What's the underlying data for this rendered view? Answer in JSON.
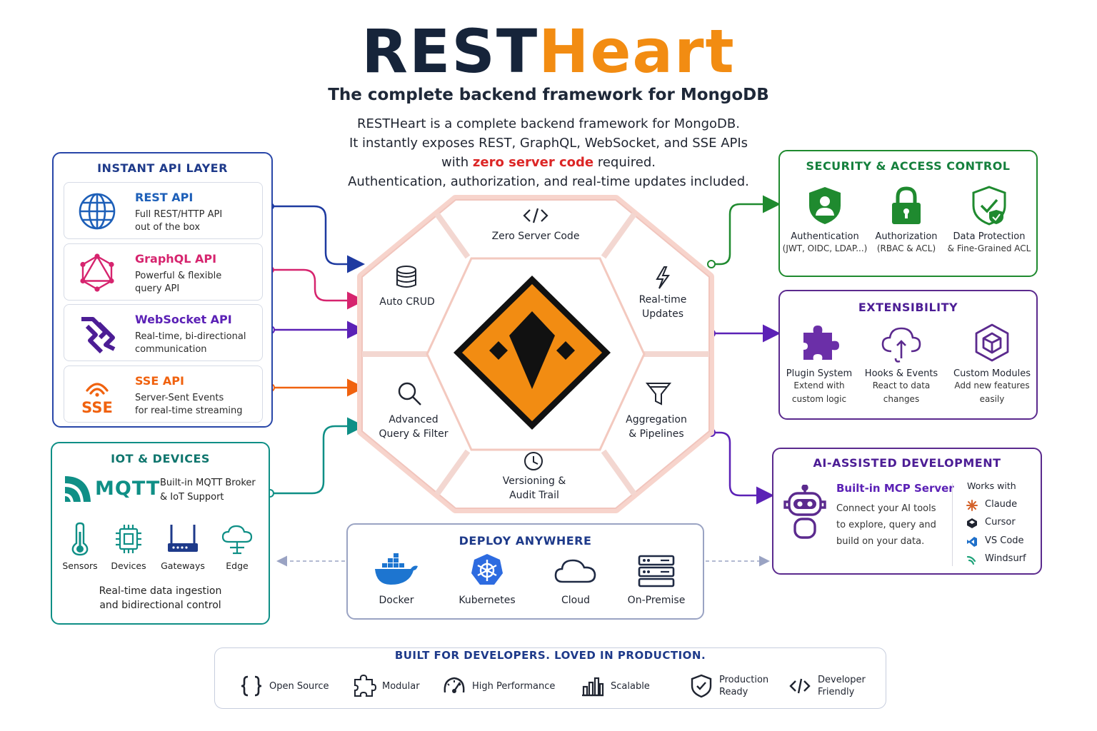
{
  "header": {
    "logo_part1": "REST",
    "logo_part2": "Heart",
    "subtitle": "The complete backend framework for MongoDB",
    "desc_line1": "RESTHeart is a complete backend framework for MongoDB.",
    "desc_line2": "It instantly exposes REST, GraphQL, WebSocket, and SSE APIs",
    "desc_line3_pre": "with ",
    "desc_line3_highlight": "zero server code",
    "desc_line3_post": " required.",
    "desc_line4": "Authentication, authorization, and real-time updates included."
  },
  "api_layer": {
    "title": "INSTANT API LAYER",
    "items": [
      {
        "name": "REST API",
        "line1": "Full REST/HTTP API",
        "line2": "out of the box",
        "icon": "globe-icon",
        "color": "#1d5fb8"
      },
      {
        "name": "GraphQL API",
        "line1": "Powerful & flexible",
        "line2": "query API",
        "icon": "graphql-icon",
        "color": "#d6246e"
      },
      {
        "name": "WebSocket API",
        "line1": "Real-time, bi-directional",
        "line2": "communication",
        "icon": "websocket-icon",
        "color": "#5b21b6"
      },
      {
        "name": "SSE API",
        "line1": "Server-Sent Events",
        "line2": "for real-time streaming",
        "icon": "sse-icon",
        "color": "#f0620f",
        "icon_text": "SSE"
      }
    ]
  },
  "iot": {
    "title": "IOT & DEVICES",
    "mqtt_label": "MQTT",
    "mqtt_line1": "Built-in MQTT Broker",
    "mqtt_line2": "& IoT Support",
    "items": [
      {
        "label": "Sensors",
        "icon": "thermometer-icon"
      },
      {
        "label": "Devices",
        "icon": "chip-icon"
      },
      {
        "label": "Gateways",
        "icon": "router-icon"
      },
      {
        "label": "Edge",
        "icon": "edge-cloud-icon"
      }
    ],
    "footer_line1": "Real-time data ingestion",
    "footer_line2": "and bidirectional control"
  },
  "core": {
    "segments": [
      {
        "id": "zero",
        "line1": "Zero Server Code",
        "line2": "",
        "icon": "code-icon"
      },
      {
        "id": "crud",
        "line1": "Auto CRUD",
        "line2": "",
        "icon": "database-icon"
      },
      {
        "id": "realtime",
        "line1": "Real-time",
        "line2": "Updates",
        "icon": "lightning-icon"
      },
      {
        "id": "query",
        "line1": "Advanced",
        "line2": "Query & Filter",
        "icon": "magnifier-icon"
      },
      {
        "id": "aggregation",
        "line1": "Aggregation",
        "line2": "& Pipelines",
        "icon": "funnel-icon"
      },
      {
        "id": "versioning",
        "line1": "Versioning &",
        "line2": "Audit Trail",
        "icon": "clock-icon"
      }
    ]
  },
  "security": {
    "title": "SECURITY & ACCESS CONTROL",
    "items": [
      {
        "title": "Authentication",
        "sub": "(JWT, OIDC, LDAP...)",
        "icon": "user-shield-icon"
      },
      {
        "title": "Authorization",
        "sub": "(RBAC & ACL)",
        "icon": "padlock-icon"
      },
      {
        "title": "Data Protection",
        "sub": "& Fine-Grained ACL",
        "icon": "check-shield-icon"
      }
    ]
  },
  "extensibility": {
    "title": "EXTENSIBILITY",
    "items": [
      {
        "title": "Plugin System",
        "sub1": "Extend with",
        "sub2": "custom logic",
        "icon": "puzzle-icon"
      },
      {
        "title": "Hooks & Events",
        "sub1": "React to data",
        "sub2": "changes",
        "icon": "cloud-hook-icon"
      },
      {
        "title": "Custom Modules",
        "sub1": "Add new features",
        "sub2": "easily",
        "icon": "cube-icon"
      }
    ]
  },
  "ai": {
    "title": "AI-ASSISTED DEVELOPMENT",
    "heading": "Built-in MCP Server",
    "line1": "Connect your AI tools",
    "line2": "to explore, query and",
    "line3": "build on your data.",
    "works_with": "Works with",
    "tools": [
      {
        "name": "Claude",
        "icon": "claude-icon"
      },
      {
        "name": "Cursor",
        "icon": "cursor-icon"
      },
      {
        "name": "VS Code",
        "icon": "vscode-icon"
      },
      {
        "name": "Windsurf",
        "icon": "windsurf-icon"
      }
    ]
  },
  "deploy": {
    "title": "DEPLOY ANYWHERE",
    "items": [
      {
        "label": "Docker",
        "icon": "docker-icon"
      },
      {
        "label": "Kubernetes",
        "icon": "kubernetes-icon"
      },
      {
        "label": "Cloud",
        "icon": "cloud-icon"
      },
      {
        "label": "On-Premise",
        "icon": "server-icon"
      }
    ]
  },
  "footer": {
    "title": "BUILT FOR DEVELOPERS. LOVED IN PRODUCTION.",
    "items": [
      {
        "line1": "Open Source",
        "line2": "",
        "icon": "braces-icon"
      },
      {
        "line1": "Modular",
        "line2": "",
        "icon": "puzzle-outline-icon"
      },
      {
        "line1": "High Performance",
        "line2": "",
        "icon": "gauge-icon"
      },
      {
        "line1": "Scalable",
        "line2": "",
        "icon": "bar-chart-icon"
      },
      {
        "line1": "Production",
        "line2": "Ready",
        "icon": "shield-check-icon"
      },
      {
        "line1": "Developer",
        "line2": "Friendly",
        "icon": "code-brackets-icon"
      }
    ]
  },
  "colors": {
    "brand_dark": "#16243a",
    "brand_orange": "#f28c12",
    "rest_blue": "#1e3aa0",
    "graphql_pink": "#d6246e",
    "websocket_purple": "#5b21b6",
    "sse_orange": "#f0620f",
    "iot_teal": "#0f8f86",
    "security_green": "#1f8a2f",
    "ext_purple": "#5b2a8e"
  }
}
